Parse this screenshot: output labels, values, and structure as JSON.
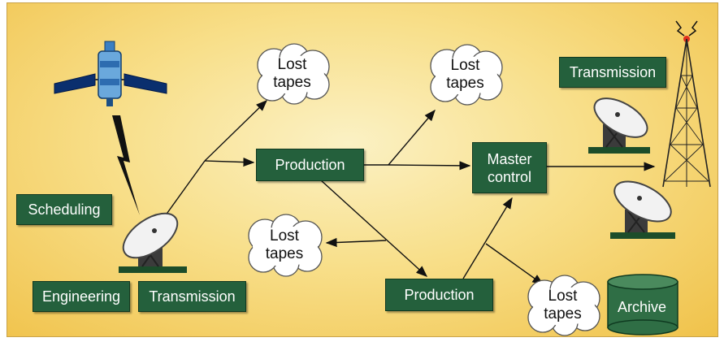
{
  "boxes": {
    "production_top": "Production",
    "production_bottom": "Production",
    "master_control": "Master\ncontrol",
    "transmission_right": "Transmission",
    "transmission_left": "Transmission",
    "scheduling": "Scheduling",
    "engineering": "Engineering"
  },
  "clouds": {
    "top_left": "Lost\ntapes",
    "top_right": "Lost\ntapes",
    "middle_left": "Lost\ntapes",
    "bottom_right": "Lost\ntapes"
  },
  "archive_label": "Archive",
  "icons": [
    "satellite-icon",
    "lightning-bolt-icon",
    "satellite-dish-icon",
    "broadcast-tower-icon",
    "archive-cylinder-icon"
  ],
  "colors": {
    "box_green": "#24603c",
    "background_gold": "#f3cb5c",
    "background_light": "#fbf1c4",
    "archive_green": "#2f6e45"
  }
}
